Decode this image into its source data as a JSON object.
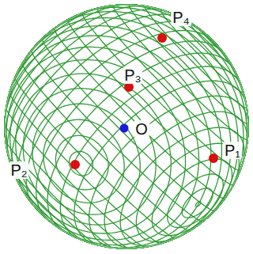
{
  "diagram": {
    "labels": [
      "P₄",
      "P₃",
      "O",
      "P₂",
      "P₁"
    ]
  }
}
